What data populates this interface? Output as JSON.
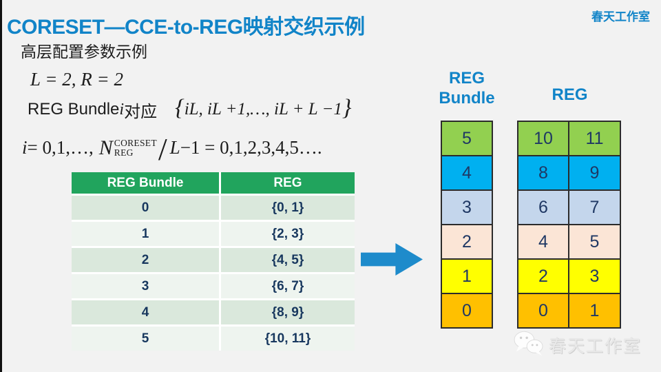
{
  "slide": {
    "title": "CORESET—CCE-to-REG映射交织示例",
    "brand_top": "春天工作室",
    "subtitle": "高层配置参数示例",
    "accent_blue": "#1184C8",
    "navy_text": "#1F3864",
    "header_green": "#21A45D"
  },
  "math": {
    "line1": "L = 2, R = 2",
    "line2_label": "REG Bundle ",
    "line2_var": "i",
    "line2_cjk": "对应",
    "line2_open": "{",
    "line2_set": "iL, iL +1,…, iL + L −1",
    "line2_close": "}",
    "line3_i": "i",
    "line3_eq": " = 0,1,…, ",
    "line3_n": "N",
    "line3_sup": "CORESET",
    "line3_sub": "REG",
    "line3_slash": "/",
    "line3_var2": "L",
    "line3_rest": " −1 = 0,1,2,3,4,5…."
  },
  "mapping_table": {
    "header_bundle": "REG Bundle",
    "header_reg": "REG",
    "rows": [
      {
        "bundle": "0",
        "reg": "{0, 1}"
      },
      {
        "bundle": "1",
        "reg": "{2, 3}"
      },
      {
        "bundle": "2",
        "reg": "{4, 5}"
      },
      {
        "bundle": "3",
        "reg": "{6, 7}"
      },
      {
        "bundle": "4",
        "reg": "{8, 9}"
      },
      {
        "bundle": "5",
        "reg": "{10, 11}"
      }
    ]
  },
  "interleave": {
    "bundle_label_line1": "REG",
    "bundle_label_line2": "Bundle",
    "reg_label": "REG",
    "rows": [
      {
        "bundle": "5",
        "reg1": "10",
        "reg2": "11",
        "color": "#92D050"
      },
      {
        "bundle": "4",
        "reg1": "8",
        "reg2": "9",
        "color": "#00B0F0"
      },
      {
        "bundle": "3",
        "reg1": "6",
        "reg2": "7",
        "color": "#C4D6EC"
      },
      {
        "bundle": "2",
        "reg1": "4",
        "reg2": "5",
        "color": "#FBE5D6"
      },
      {
        "bundle": "1",
        "reg1": "2",
        "reg2": "3",
        "color": "#FFFF00"
      },
      {
        "bundle": "0",
        "reg1": "0",
        "reg2": "1",
        "color": "#FFC000"
      }
    ]
  },
  "watermark": {
    "text": "春天工作室"
  }
}
